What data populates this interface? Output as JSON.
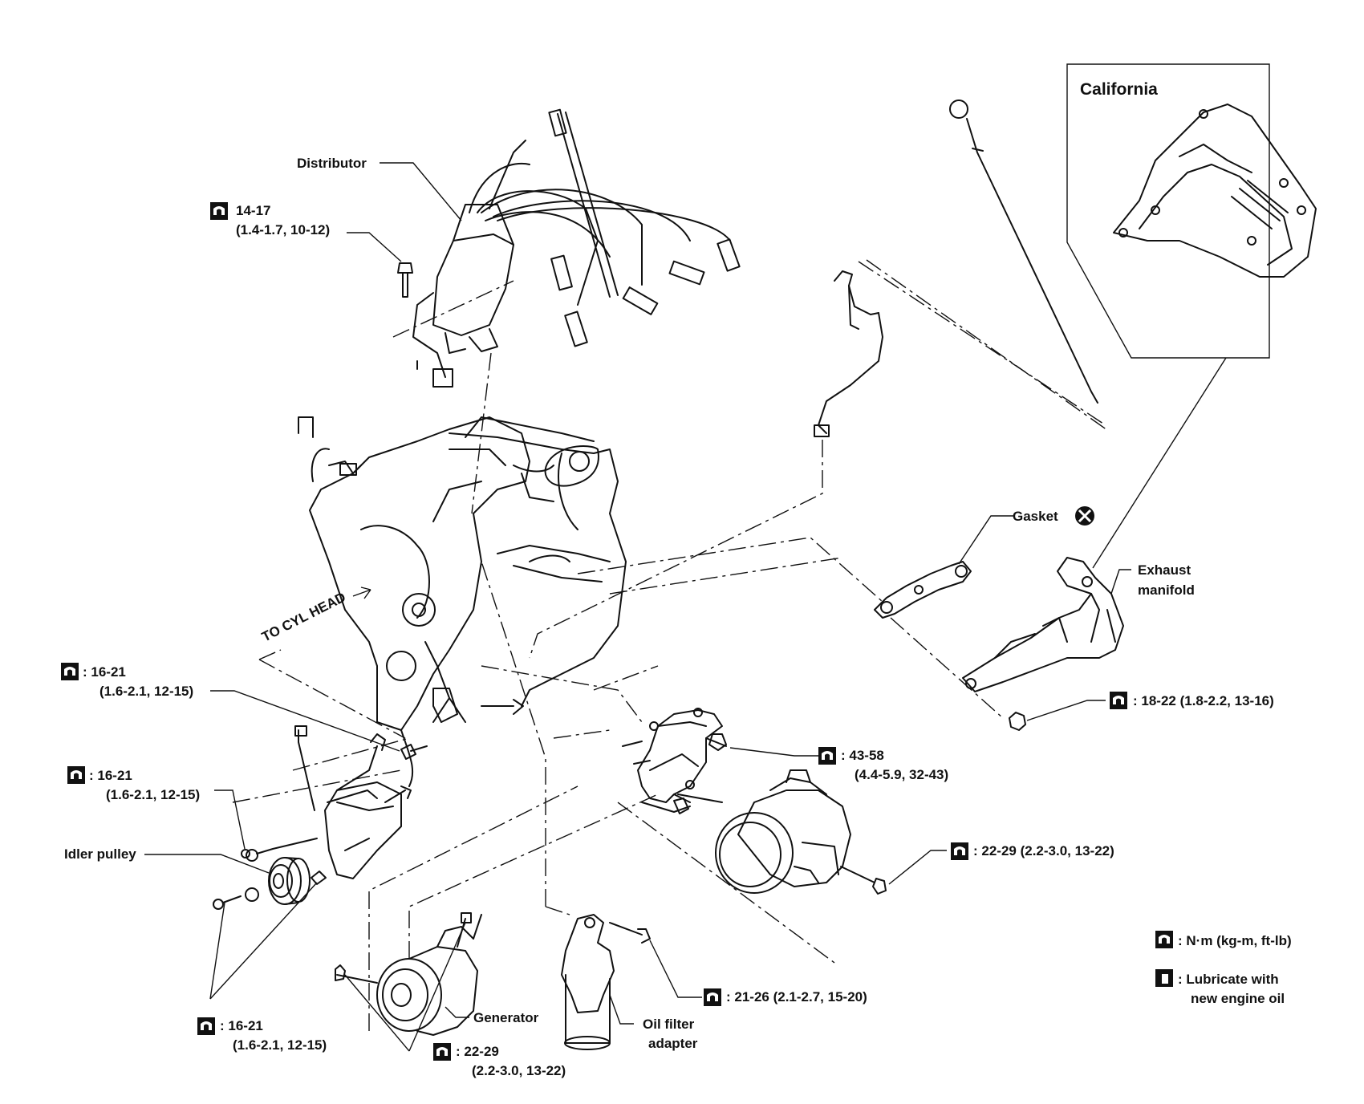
{
  "labels": {
    "distributor": "Distributor",
    "distributor_torque": "14-17",
    "distributor_torque_sub": "(1.4-1.7, 10-12)",
    "california": "California",
    "gasket": "Gasket",
    "exhaust_manifold_1": "Exhaust",
    "exhaust_manifold_2": "manifold",
    "to_cyl_head": "TO CYL HEAD",
    "exhaust_torque": ": 18-22 (1.8-2.2, 13-16)",
    "bracket_torque": ": 16-21",
    "bracket_torque_sub": "(1.6-2.1, 12-15)",
    "idler_torque": ": 16-21",
    "idler_torque_sub": "(1.6-2.1, 12-15)",
    "idler_pulley": "Idler pulley",
    "compressor_torque": ": 43-58",
    "compressor_torque_sub": "(4.4-5.9, 32-43)",
    "compressor_bolt_torque": ": 22-29 (2.2-3.0, 13-22)",
    "oil_filter_torque": ": 21-26 (2.1-2.7, 15-20)",
    "generator": "Generator",
    "oil_filter_1": "Oil filter",
    "oil_filter_2": "adapter",
    "lower_torque": ": 16-21",
    "lower_torque_sub": "(1.6-2.1, 12-15)",
    "generator_torque": ": 22-29",
    "generator_torque_sub": "(2.2-3.0, 13-22)",
    "legend_torque": ": N·m (kg-m, ft-lb)",
    "legend_lube_1": ": Lubricate with",
    "legend_lube_2": "new engine oil"
  }
}
